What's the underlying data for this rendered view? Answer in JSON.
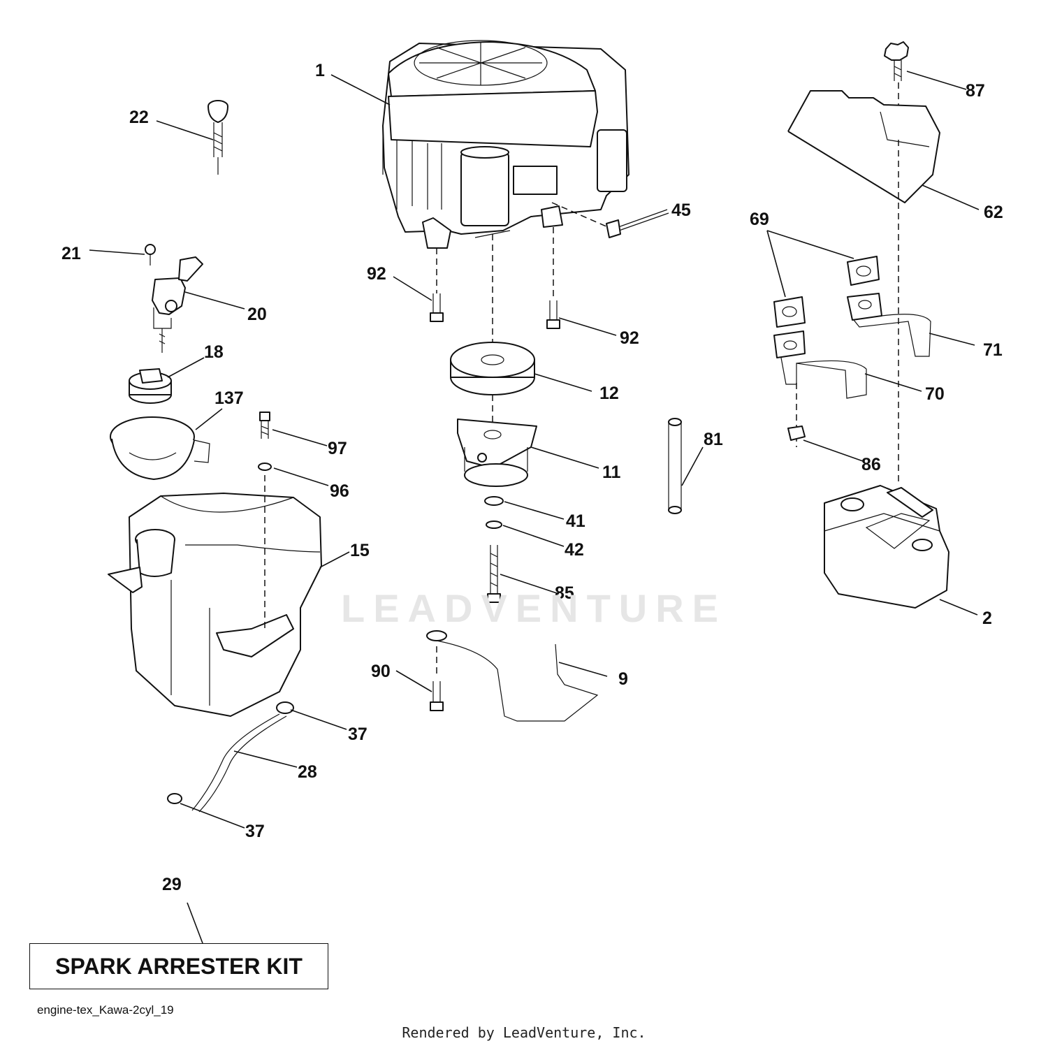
{
  "callouts": [
    {
      "id": "1"
    },
    {
      "id": "2"
    },
    {
      "id": "9"
    },
    {
      "id": "11"
    },
    {
      "id": "12"
    },
    {
      "id": "15"
    },
    {
      "id": "18"
    },
    {
      "id": "20"
    },
    {
      "id": "21"
    },
    {
      "id": "22"
    },
    {
      "id": "28"
    },
    {
      "id": "29"
    },
    {
      "id": "37"
    },
    {
      "id": "37"
    },
    {
      "id": "41"
    },
    {
      "id": "42"
    },
    {
      "id": "45"
    },
    {
      "id": "62"
    },
    {
      "id": "69"
    },
    {
      "id": "70"
    },
    {
      "id": "71"
    },
    {
      "id": "81"
    },
    {
      "id": "85"
    },
    {
      "id": "86"
    },
    {
      "id": "87"
    },
    {
      "id": "90"
    },
    {
      "id": "92"
    },
    {
      "id": "92"
    },
    {
      "id": "96"
    },
    {
      "id": "97"
    },
    {
      "id": "137"
    }
  ],
  "kit_label": "SPARK ARRESTER KIT",
  "diagram_id": "engine-tex_Kawa-2cyl_19",
  "watermark": "LEADVENTURE",
  "credit": "Rendered by LeadVenture, Inc."
}
